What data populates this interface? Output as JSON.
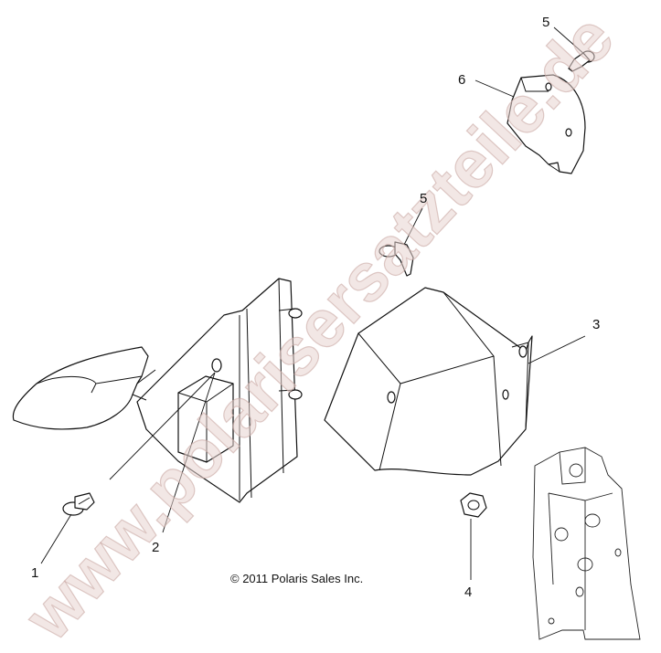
{
  "callouts": {
    "c1": "1",
    "c2": "2",
    "c3": "3",
    "c4": "4",
    "c5a": "5",
    "c5b": "5",
    "c6": "6"
  },
  "copyright": "© 2011 Polaris Sales Inc.",
  "watermark": "www.polarisersatzteile.de"
}
